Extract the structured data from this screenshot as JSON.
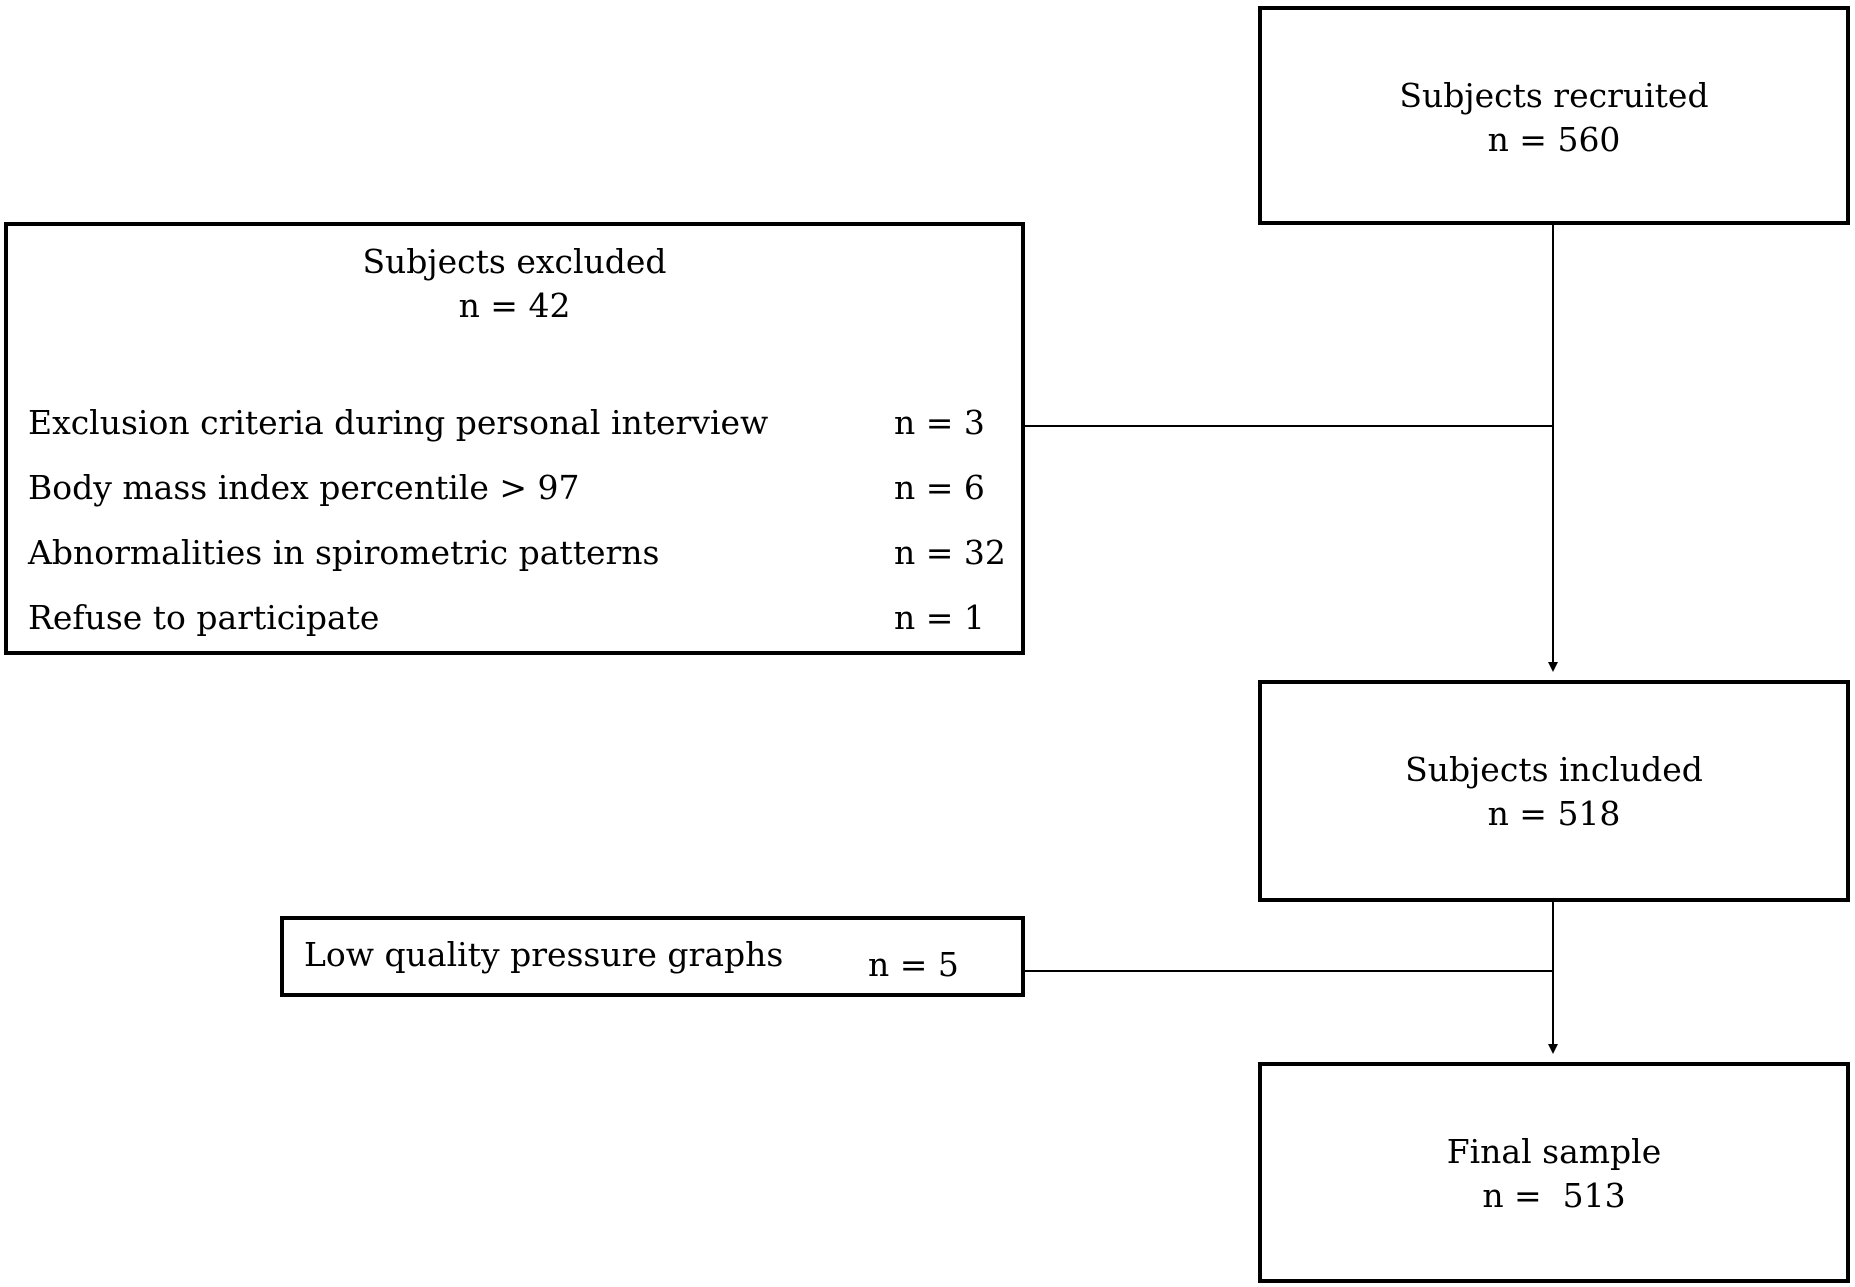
{
  "recruited": {
    "title": "Subjects recruited",
    "count": "n = 560"
  },
  "excluded": {
    "title": "Subjects excluded",
    "count": "n = 42",
    "reasons": [
      {
        "label": "Exclusion criteria during personal interview",
        "count": "n = 3"
      },
      {
        "label": "Body mass index percentile > 97",
        "count": "n = 6"
      },
      {
        "label": "Abnormalities in spirometric patterns",
        "count": "n = 32"
      },
      {
        "label": "Refuse to participate",
        "count": "n = 1"
      }
    ]
  },
  "included": {
    "title": "Subjects included",
    "count": "n = 518"
  },
  "low_quality": {
    "label": "Low quality pressure graphs",
    "count": "n = 5"
  },
  "final": {
    "title": "Final sample",
    "count": "n =  513"
  }
}
